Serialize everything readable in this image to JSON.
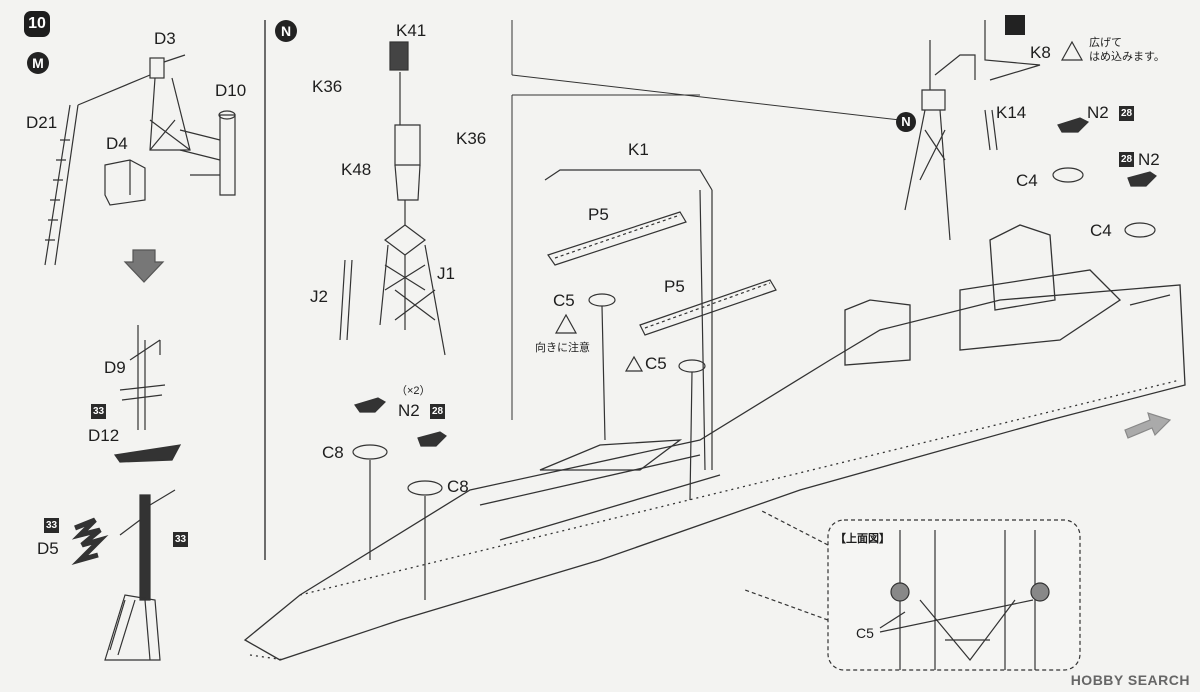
{
  "step": {
    "number": "10"
  },
  "sections": {
    "m": "M",
    "n_left": "N",
    "n_right": "N"
  },
  "parts": {
    "d3": "D3",
    "d21": "D21",
    "d10": "D10",
    "d4": "D4",
    "d9": "D9",
    "d12": "D12",
    "d5": "D5",
    "k41": "K41",
    "k36a": "K36",
    "k36b": "K36",
    "k48": "K48",
    "j1": "J1",
    "j2": "J2",
    "c8a": "C8",
    "c8b": "C8",
    "n2a": "N2",
    "n2_qty": "（×2）",
    "k1": "K1",
    "p5a": "P5",
    "p5b": "P5",
    "c5a": "C5",
    "c5b": "C5",
    "k8": "K8",
    "k14": "K14",
    "n2b": "N2",
    "n2c": "N2",
    "c4a": "C4",
    "c4b": "C4",
    "c5_inset": "C5"
  },
  "badges": {
    "b33a": "33",
    "b33b": "33",
    "b33c": "33",
    "b28a": "28",
    "b28b": "28",
    "b28c": "28"
  },
  "notes": {
    "orientation": "向きに注意",
    "k8_note_line1": "広げて",
    "k8_note_line2": "はめ込みます。",
    "inset_title": "【上面図】"
  },
  "watermark": {
    "text": "HOBBY SEARCH"
  }
}
